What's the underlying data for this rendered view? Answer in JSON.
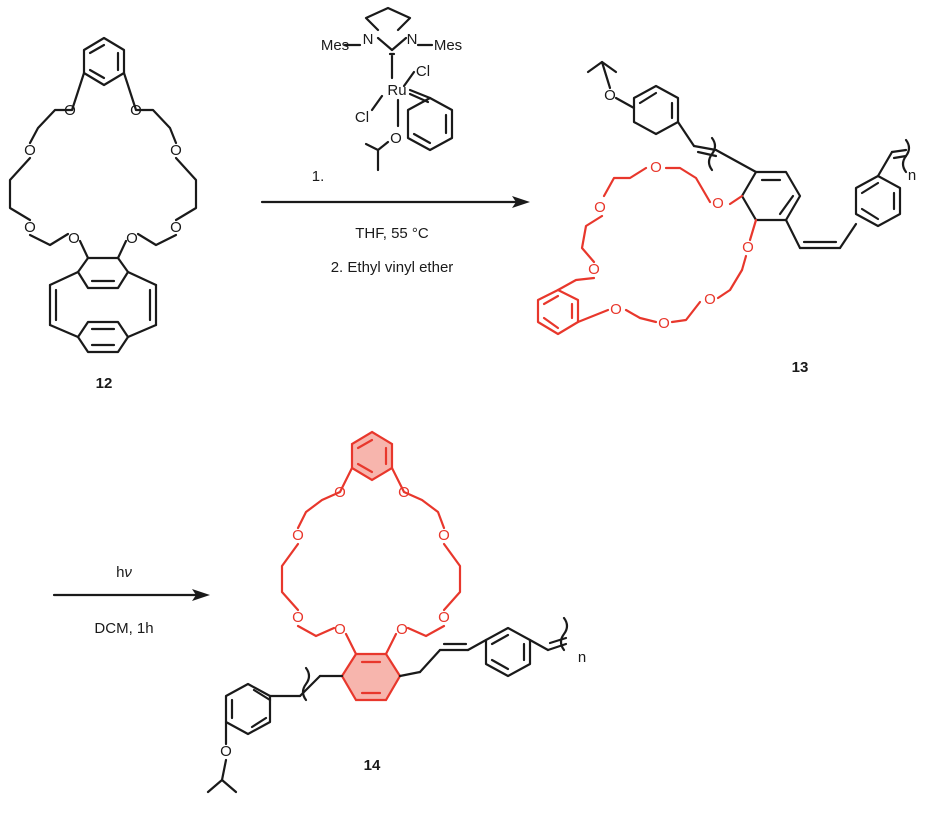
{
  "compounds": {
    "c12": {
      "label": "12"
    },
    "c13": {
      "label": "13"
    },
    "c14": {
      "label": "14"
    }
  },
  "atoms": {
    "oxygen": "O",
    "ruthenium": "Ru",
    "chlorine": "Cl",
    "nitrogen": "N",
    "mesityl": "Mes",
    "repeat": "n"
  },
  "reaction1": {
    "step1": "1.",
    "solvent_temp": "THF, 55 °C",
    "step2": "2. Ethyl vinyl ether"
  },
  "reaction2": {
    "reagent_h": "h",
    "reagent_nu": "ν",
    "conditions": "DCM, 1h"
  },
  "colors": {
    "bond": "#1a1a1a",
    "highlight": "#e8372c",
    "highlight_fill": "#f7b5ad"
  }
}
